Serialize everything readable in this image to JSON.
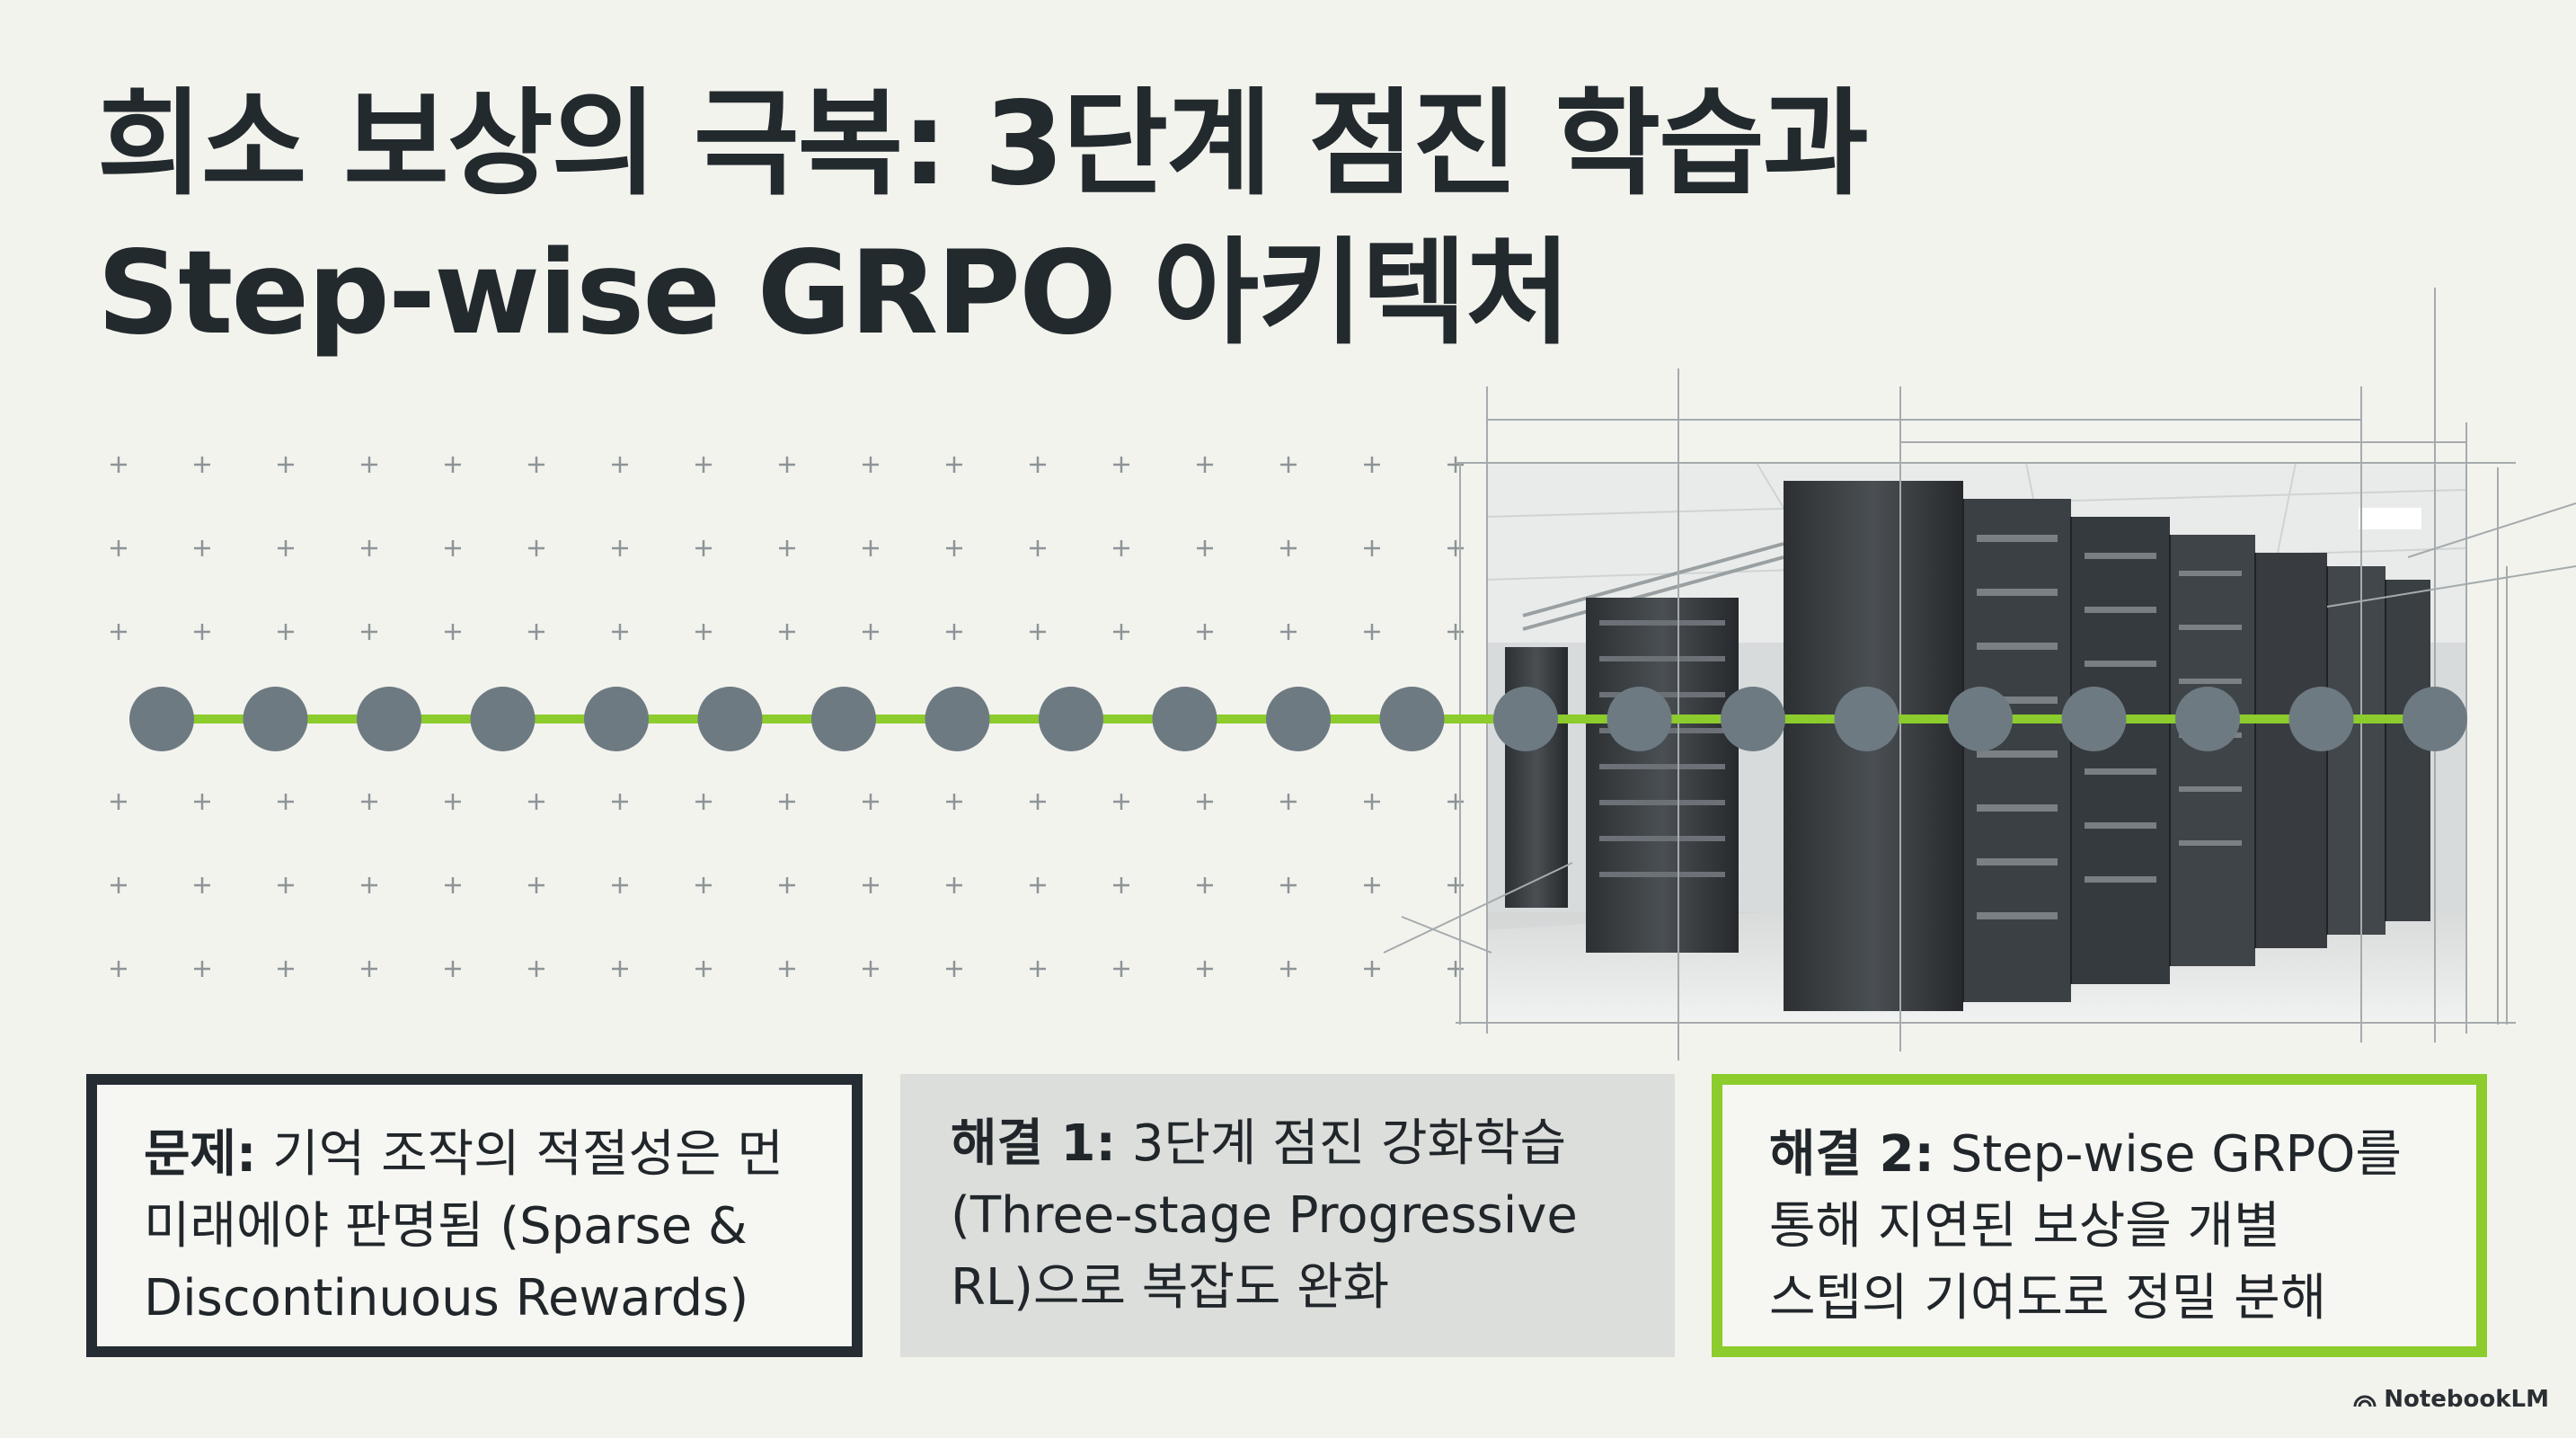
{
  "title": {
    "line1": "희소 보상의 극복: 3단계 점진 학습과",
    "line2": "Step-wise GRPO 아키텍처"
  },
  "cards": [
    {
      "lead": "문제:",
      "lines": [
        " 기억 조작의 적절성은 먼",
        "미래에야 판명됨 (Sparse &",
        "Discontinuous Rewards)"
      ]
    },
    {
      "lead": "해결 1:",
      "lines": [
        " 3단계 점진 강화학습",
        "(Three-stage Progressive",
        "RL)으로 복잡도 완화"
      ]
    },
    {
      "lead": "해결 2:",
      "lines": [
        " Step-wise GRPO를",
        "통해 지연된 보상을 개별",
        "스텝의 기여도로 정밀 분해"
      ]
    }
  ],
  "timeline": {
    "node_count": 21,
    "line_color": "#8ccc2c",
    "node_color": "#6e7a82"
  },
  "watermark": "NotebookLM",
  "colors": {
    "dark_border": "#252d33",
    "accent_green": "#8ccc2c",
    "card_gray": "#dcdedb"
  }
}
